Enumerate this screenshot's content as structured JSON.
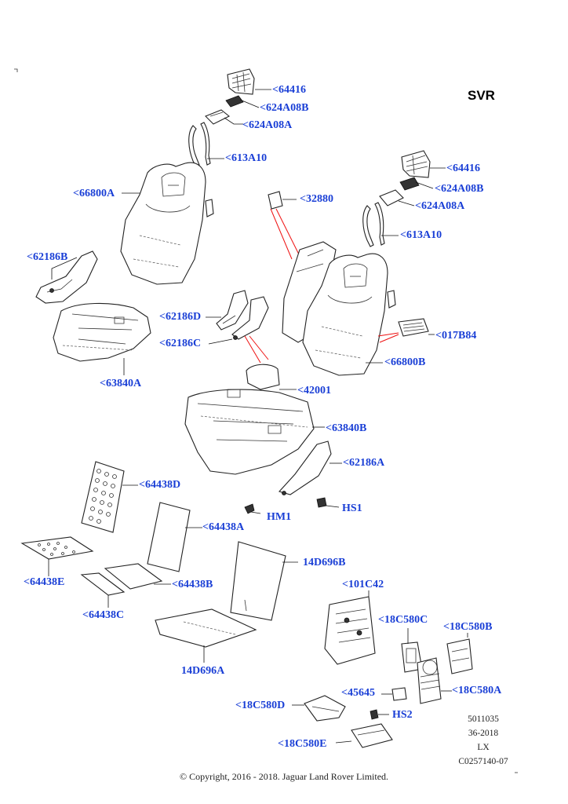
{
  "badge": "SVR",
  "reference": {
    "line1": "5011035",
    "line2": "36-2018",
    "line3": "LX",
    "line4": "C0257140-07"
  },
  "copyright": "© Copyright, 2016 - 2018. Jaguar Land Rover Limited.",
  "parts": {
    "p64416_1": "<64416",
    "p624A08B_1": "<624A08B",
    "p624A08A_1": "<624A08A",
    "p613A10_1": "<613A10",
    "p66800A": "<66800A",
    "p32880": "<32880",
    "p64416_2": "<64416",
    "p624A08B_2": "<624A08B",
    "p624A08A_2": "<624A08A",
    "p613A10_2": "<613A10",
    "p62186B": "<62186B",
    "p62186D": "<62186D",
    "p62186C": "<62186C",
    "p017B84": "<017B84",
    "p66800B": "<66800B",
    "p63840A": "<63840A",
    "p42001": "<42001",
    "p63840B": "<63840B",
    "p62186A": "<62186A",
    "p64438D": "<64438D",
    "pHM1": "HM1",
    "pHS1": "HS1",
    "p64438A": "<64438A",
    "p64438E": "<64438E",
    "p64438B": "<64438B",
    "p14D696B": "14D696B",
    "p64438C": "<64438C",
    "p101C42": "<101C42",
    "p18C580C": "<18C580C",
    "p18C580B": "<18C580B",
    "p14D696A": "14D696A",
    "p45645": "<45645",
    "p18C580A": "<18C580A",
    "p18C580D": "<18C580D",
    "pHS2": "HS2",
    "p18C580E": "<18C580E"
  }
}
